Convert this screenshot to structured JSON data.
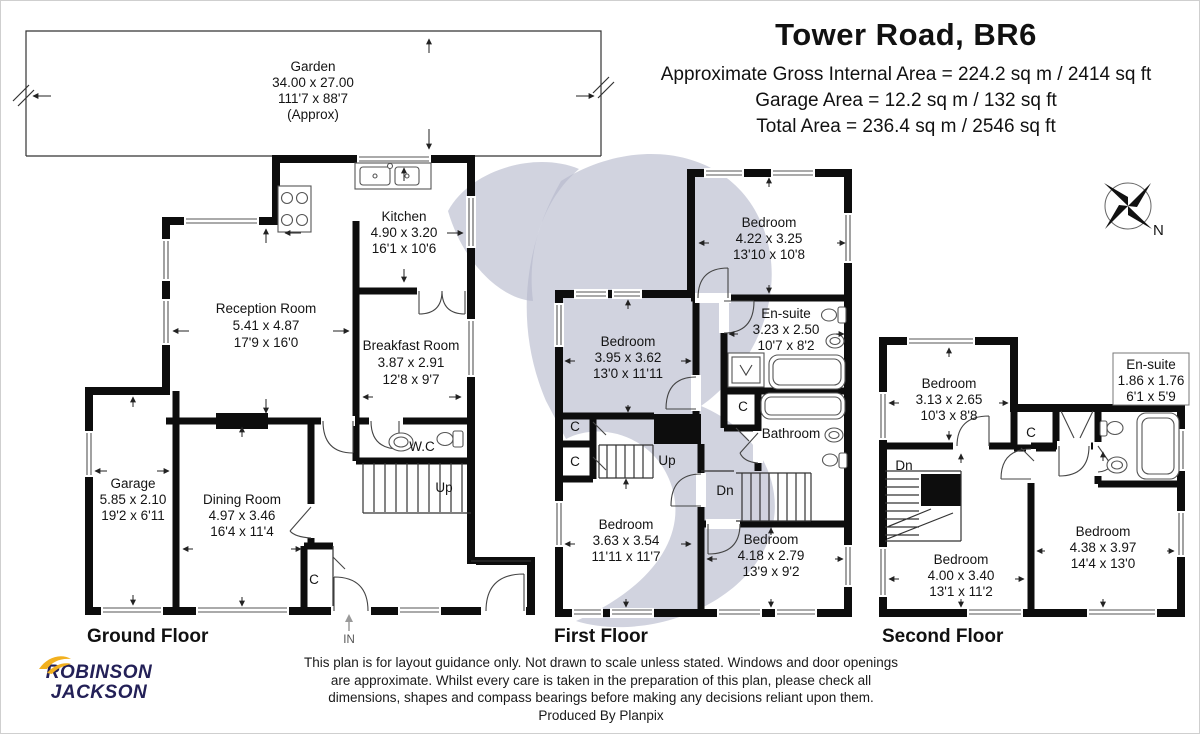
{
  "header": {
    "title": "Tower Road, BR6",
    "area_lines": [
      "Approximate Gross Internal Area = 224.2 sq m / 2414 sq ft",
      "Garage Area = 12.2 sq m / 132 sq ft",
      "Total Area = 236.4 sq m / 2546 sq ft"
    ]
  },
  "compass": {
    "north": "N"
  },
  "floors": [
    {
      "label": "Ground Floor",
      "rooms": [
        {
          "name": "Garden",
          "metric": "34.00 x 27.00",
          "imperial": "111'7 x 88'7",
          "note": "(Approx)"
        },
        {
          "name": "Kitchen",
          "metric": "4.90 x 3.20",
          "imperial": "16'1 x 10'6"
        },
        {
          "name": "Reception Room",
          "metric": "5.41 x 4.87",
          "imperial": "17'9 x 16'0"
        },
        {
          "name": "Breakfast Room",
          "metric": "3.87 x 2.91",
          "imperial": "12'8 x 9'7"
        },
        {
          "name": "Garage",
          "metric": "5.85 x 2.10",
          "imperial": "19'2 x 6'11"
        },
        {
          "name": "Dining Room",
          "metric": "4.97 x 3.46",
          "imperial": "16'4 x 11'4"
        },
        {
          "name": "W.C"
        }
      ]
    },
    {
      "label": "First Floor",
      "rooms": [
        {
          "name": "Bedroom",
          "metric": "4.22 x 3.25",
          "imperial": "13'10 x 10'8"
        },
        {
          "name": "Bedroom",
          "metric": "3.95 x 3.62",
          "imperial": "13'0 x 11'11"
        },
        {
          "name": "En-suite",
          "metric": "3.23 x 2.50",
          "imperial": "10'7 x 8'2"
        },
        {
          "name": "Bathroom"
        },
        {
          "name": "Bedroom",
          "metric": "3.63 x 3.54",
          "imperial": "11'11 x 11'7"
        },
        {
          "name": "Bedroom",
          "metric": "4.18 x 2.79",
          "imperial": "13'9 x 9'2"
        }
      ]
    },
    {
      "label": "Second Floor",
      "rooms": [
        {
          "name": "Bedroom",
          "metric": "3.13 x 2.65",
          "imperial": "10'3 x 8'8"
        },
        {
          "name": "En-suite",
          "metric": "1.86 x 1.76",
          "imperial": "6'1 x 5'9"
        },
        {
          "name": "Bedroom",
          "metric": "4.00 x 3.40",
          "imperial": "13'1 x 11'2"
        },
        {
          "name": "Bedroom",
          "metric": "4.38 x 3.97",
          "imperial": "14'4 x 13'0"
        }
      ]
    }
  ],
  "labels": {
    "up": "Up",
    "down": "Dn",
    "cupboard": "C",
    "entrance": "IN"
  },
  "footer": {
    "lines": [
      "This plan is for layout guidance only. Not drawn to scale unless stated. Windows and door openings",
      "are approximate. Whilst every care is taken in the preparation of this plan, please check all",
      "dimensions, shapes and compass bearings before making any decisions reliant upon them.",
      "Produced By Planpix"
    ]
  },
  "logo": {
    "line1": "ROBINSON",
    "line2": "JACKSON"
  },
  "colors": {
    "wall": "#0d0d0d",
    "watermark": "#b4b8cc",
    "logo_navy": "#232057",
    "logo_yellow": "#f2b01e"
  }
}
